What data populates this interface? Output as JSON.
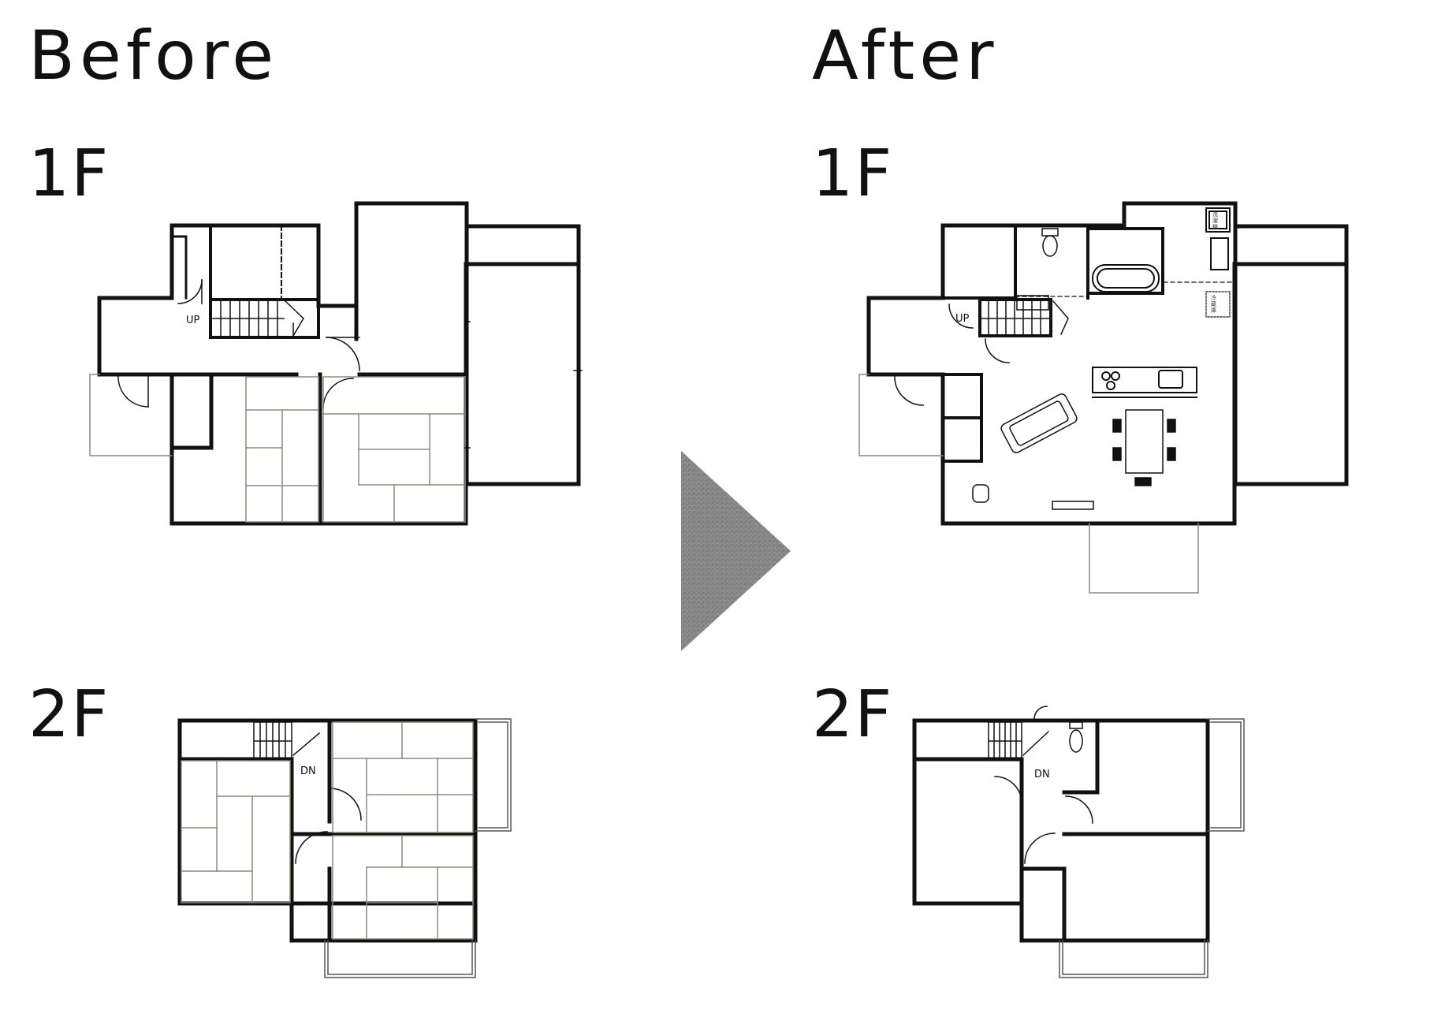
{
  "headings": {
    "before": "Before",
    "after": "After"
  },
  "floors": {
    "first": "1F",
    "second": "2F"
  },
  "labels": {
    "up": "UP",
    "down": "DN"
  },
  "appliances": {
    "washer_lines": [
      "洗",
      "濯",
      "機"
    ],
    "fridge_lines": [
      "冷",
      "蔵",
      "庫"
    ]
  },
  "colors": {
    "wall": "#111111",
    "tatami": "#8a8a80",
    "arrow": "#8c8c8c"
  },
  "icons": {
    "transition": "triangle-arrow-right-icon"
  }
}
